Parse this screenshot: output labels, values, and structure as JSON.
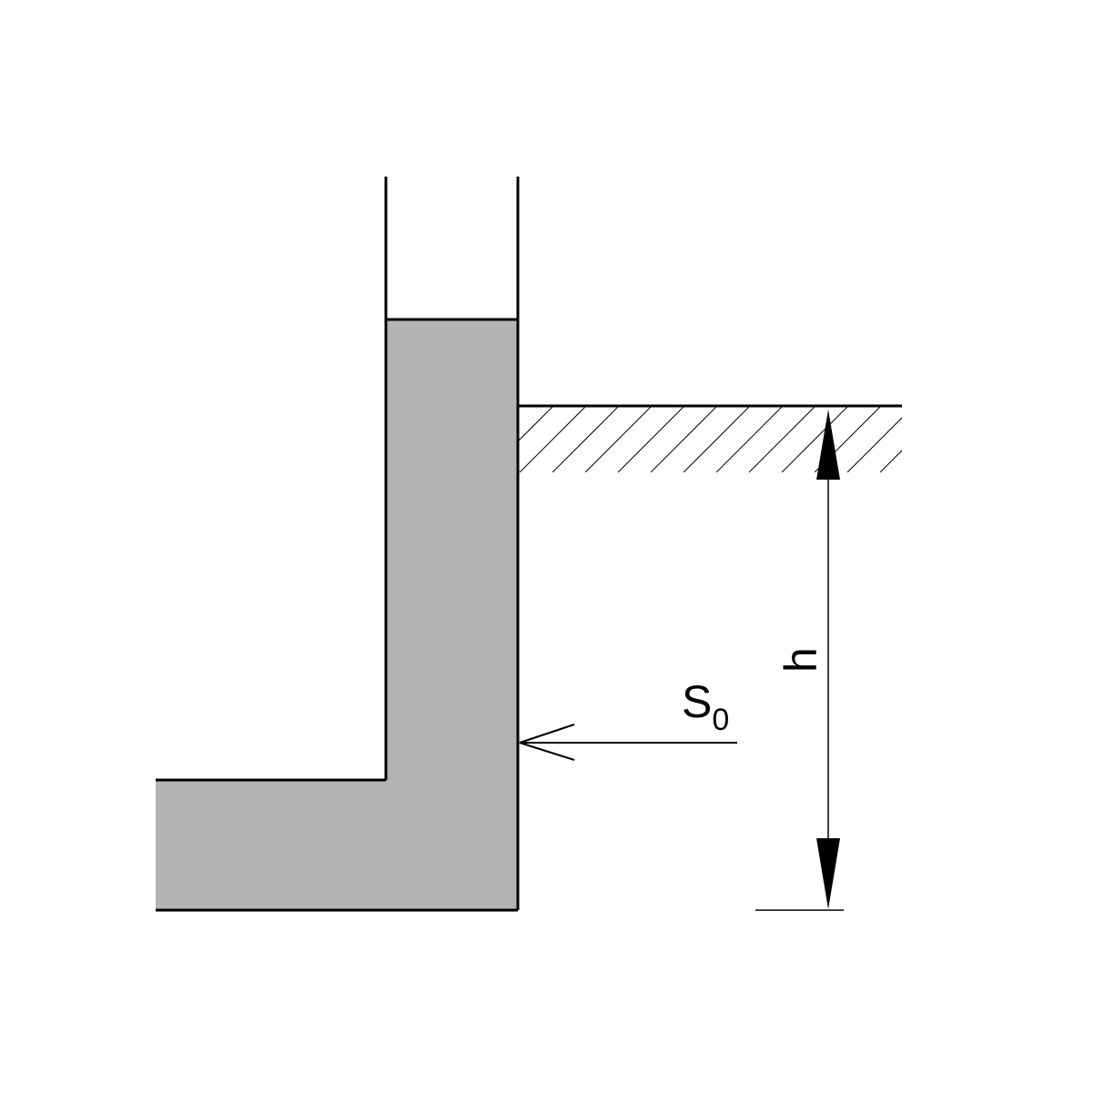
{
  "colors": {
    "background": "#ffffff",
    "stroke": "#000000",
    "wall_fill": "#b3b3b3"
  },
  "labels": {
    "force_main": "S",
    "force_subscript": "0",
    "height": "h"
  }
}
